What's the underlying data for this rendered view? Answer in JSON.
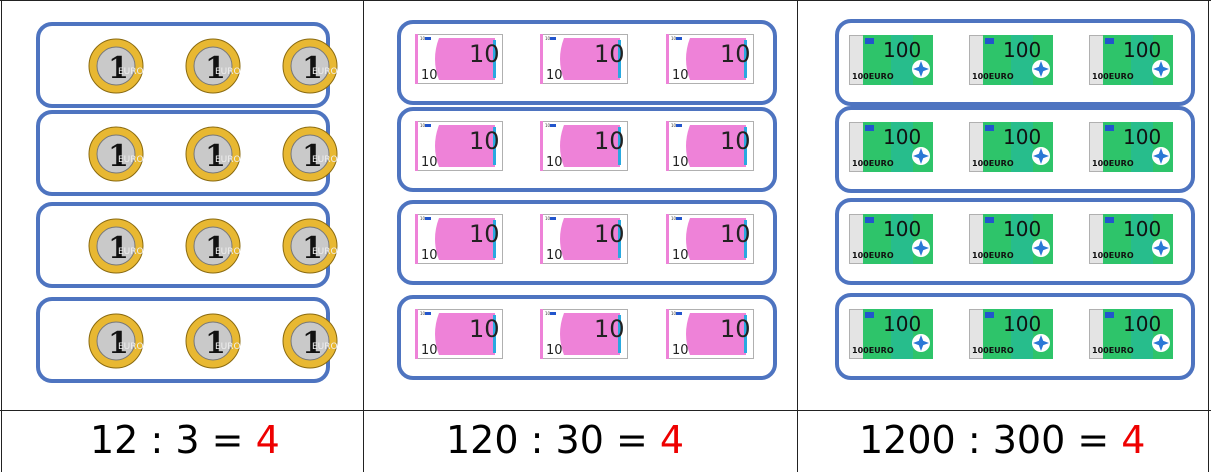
{
  "panels": [
    {
      "item": "1-euro-coin",
      "equation": {
        "dividend": "12",
        "sep": ":",
        "divisor": "3",
        "eq": "=",
        "answer": "4"
      },
      "groups": 4,
      "items_per_group": 3,
      "item_value": "1",
      "item_text": "EURO"
    },
    {
      "item": "10-euro-note",
      "equation": {
        "dividend": "120",
        "sep": ":",
        "divisor": "30",
        "eq": "=",
        "answer": "4"
      },
      "groups": 4,
      "items_per_group": 3,
      "item_value": "10"
    },
    {
      "item": "100-euro-note",
      "equation": {
        "dividend": "1200",
        "sep": ":",
        "divisor": "300",
        "eq": "=",
        "answer": "4"
      },
      "groups": 4,
      "items_per_group": 3,
      "item_value": "100",
      "item_text": "100EURO"
    }
  ],
  "colors": {
    "group_border": "#4e74c0",
    "answer": "#ee0000",
    "coin_ring": "#e8b832",
    "coin_center": "#c9c9c9",
    "note10": "#ee82d8",
    "note100": "#2ec46a"
  }
}
